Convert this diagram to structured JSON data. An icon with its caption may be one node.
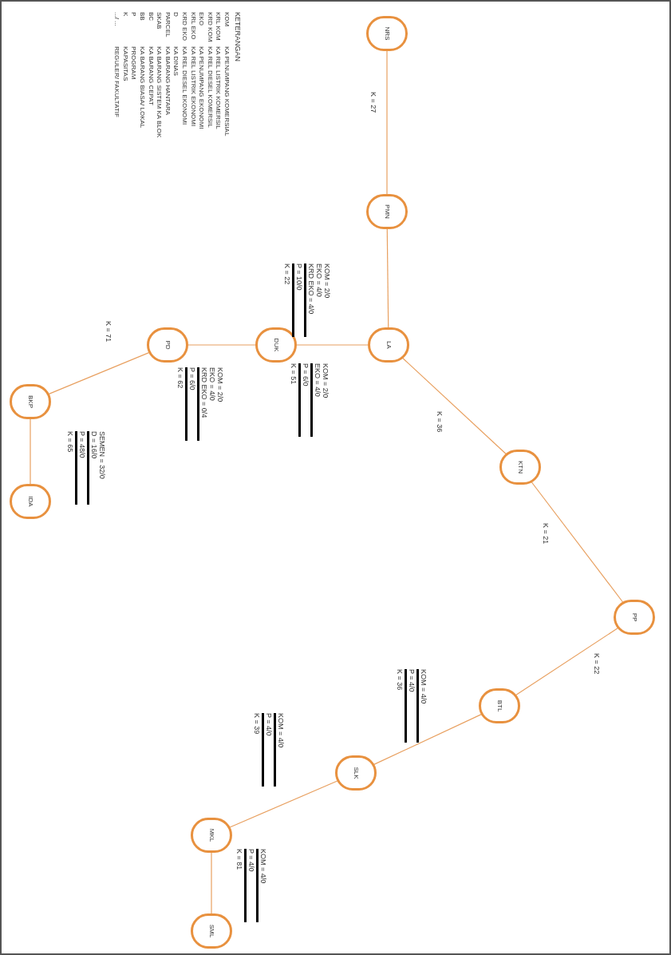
{
  "diagram": {
    "nodes": [
      {
        "text": [
          "NRS"
        ]
      },
      {
        "text": [
          "PMN"
        ]
      },
      {
        "text": [
          "LA"
        ]
      },
      {
        "text": [
          "DUK"
        ]
      },
      {
        "text": [
          "PD"
        ]
      },
      {
        "text": [
          "BKP"
        ]
      },
      {
        "text": [
          "IDA"
        ]
      },
      {
        "text": [
          "KTN"
        ]
      },
      {
        "text": [
          "PP"
        ]
      },
      {
        "text": [
          "BTL"
        ]
      },
      {
        "text": [
          "SLK"
        ]
      },
      {
        "text": [
          "MKL"
        ]
      },
      {
        "text": [
          "SML"
        ]
      }
    ],
    "edges": [
      {
        "from": 0,
        "to": 1,
        "arrow": "none",
        "label": "K = 27"
      },
      {
        "from": 1,
        "to": 2,
        "arrow": "none"
      },
      {
        "from": 2,
        "to": 3,
        "arrow": "none"
      },
      {
        "from": 3,
        "to": 4,
        "arrow": "none"
      },
      {
        "from": 4,
        "to": 5,
        "arrow": "none",
        "label": "K = 71"
      },
      {
        "from": 5,
        "to": 6,
        "arrow": "none"
      },
      {
        "from": 2,
        "to": 7,
        "arrow": "none",
        "label": "K = 36"
      },
      {
        "from": 7,
        "to": 8,
        "arrow": "none",
        "label": "K = 21"
      },
      {
        "from": 8,
        "to": 9,
        "arrow": "none",
        "label": "K = 22"
      },
      {
        "from": 9,
        "to": 10,
        "arrow": "none"
      },
      {
        "from": 10,
        "to": 11,
        "arrow": "none"
      },
      {
        "from": 11,
        "to": 12,
        "arrow": "none"
      }
    ],
    "labels": [
      "KETERANGAN",
      "KOM",
      "KA PENUMPANG KOMERSIAL",
      "KRL KOM",
      "KA REL LISTRIK KOMERSIL",
      "KRD KOM",
      "KA REL DIESEL KOMERSIL",
      "EKO",
      "KA PENUMPANG EKONOMI",
      "KRL EKO",
      "KA REL LISTRIK EKONOMI",
      "KRD EKO",
      "KA REL DIESEL EKONOMI",
      "D",
      "KA DINAS",
      "PARCEL",
      "KA BARANG HANTARA",
      "SKAB",
      "KA BARANG SISTEM KA BLOK",
      "BC",
      "KA BARANG CEPAT",
      "BB",
      "KA BARANG BIASA/ LOKAL",
      "P",
      "PROGRAM",
      "K",
      "KAPASITAS",
      ".../ ...",
      "REGULER/ FAKULTATIF",
      "KOM = 2/0",
      "EKO = 4/0",
      "KRD EKO = 4/0",
      "P = 10/0",
      "K = 22",
      "KOM = 2/0",
      "EKO = 4/0",
      "P = 6/0",
      "K = 51",
      "KOM = 2/0",
      "EKO = 4/0",
      "KRD EKO = 0/4",
      "P = 6/0",
      "K = 62",
      "SEMEN = 32/0",
      "D = 16/0",
      "P = 48/0",
      "K = 65",
      "KOM = 4/0",
      "P = 4/0",
      "K = 36",
      "KOM = 4/0",
      "P = 4/0",
      "K = 39",
      "KOM = 4/0",
      "P = 4/0",
      "K = 81"
    ]
  }
}
